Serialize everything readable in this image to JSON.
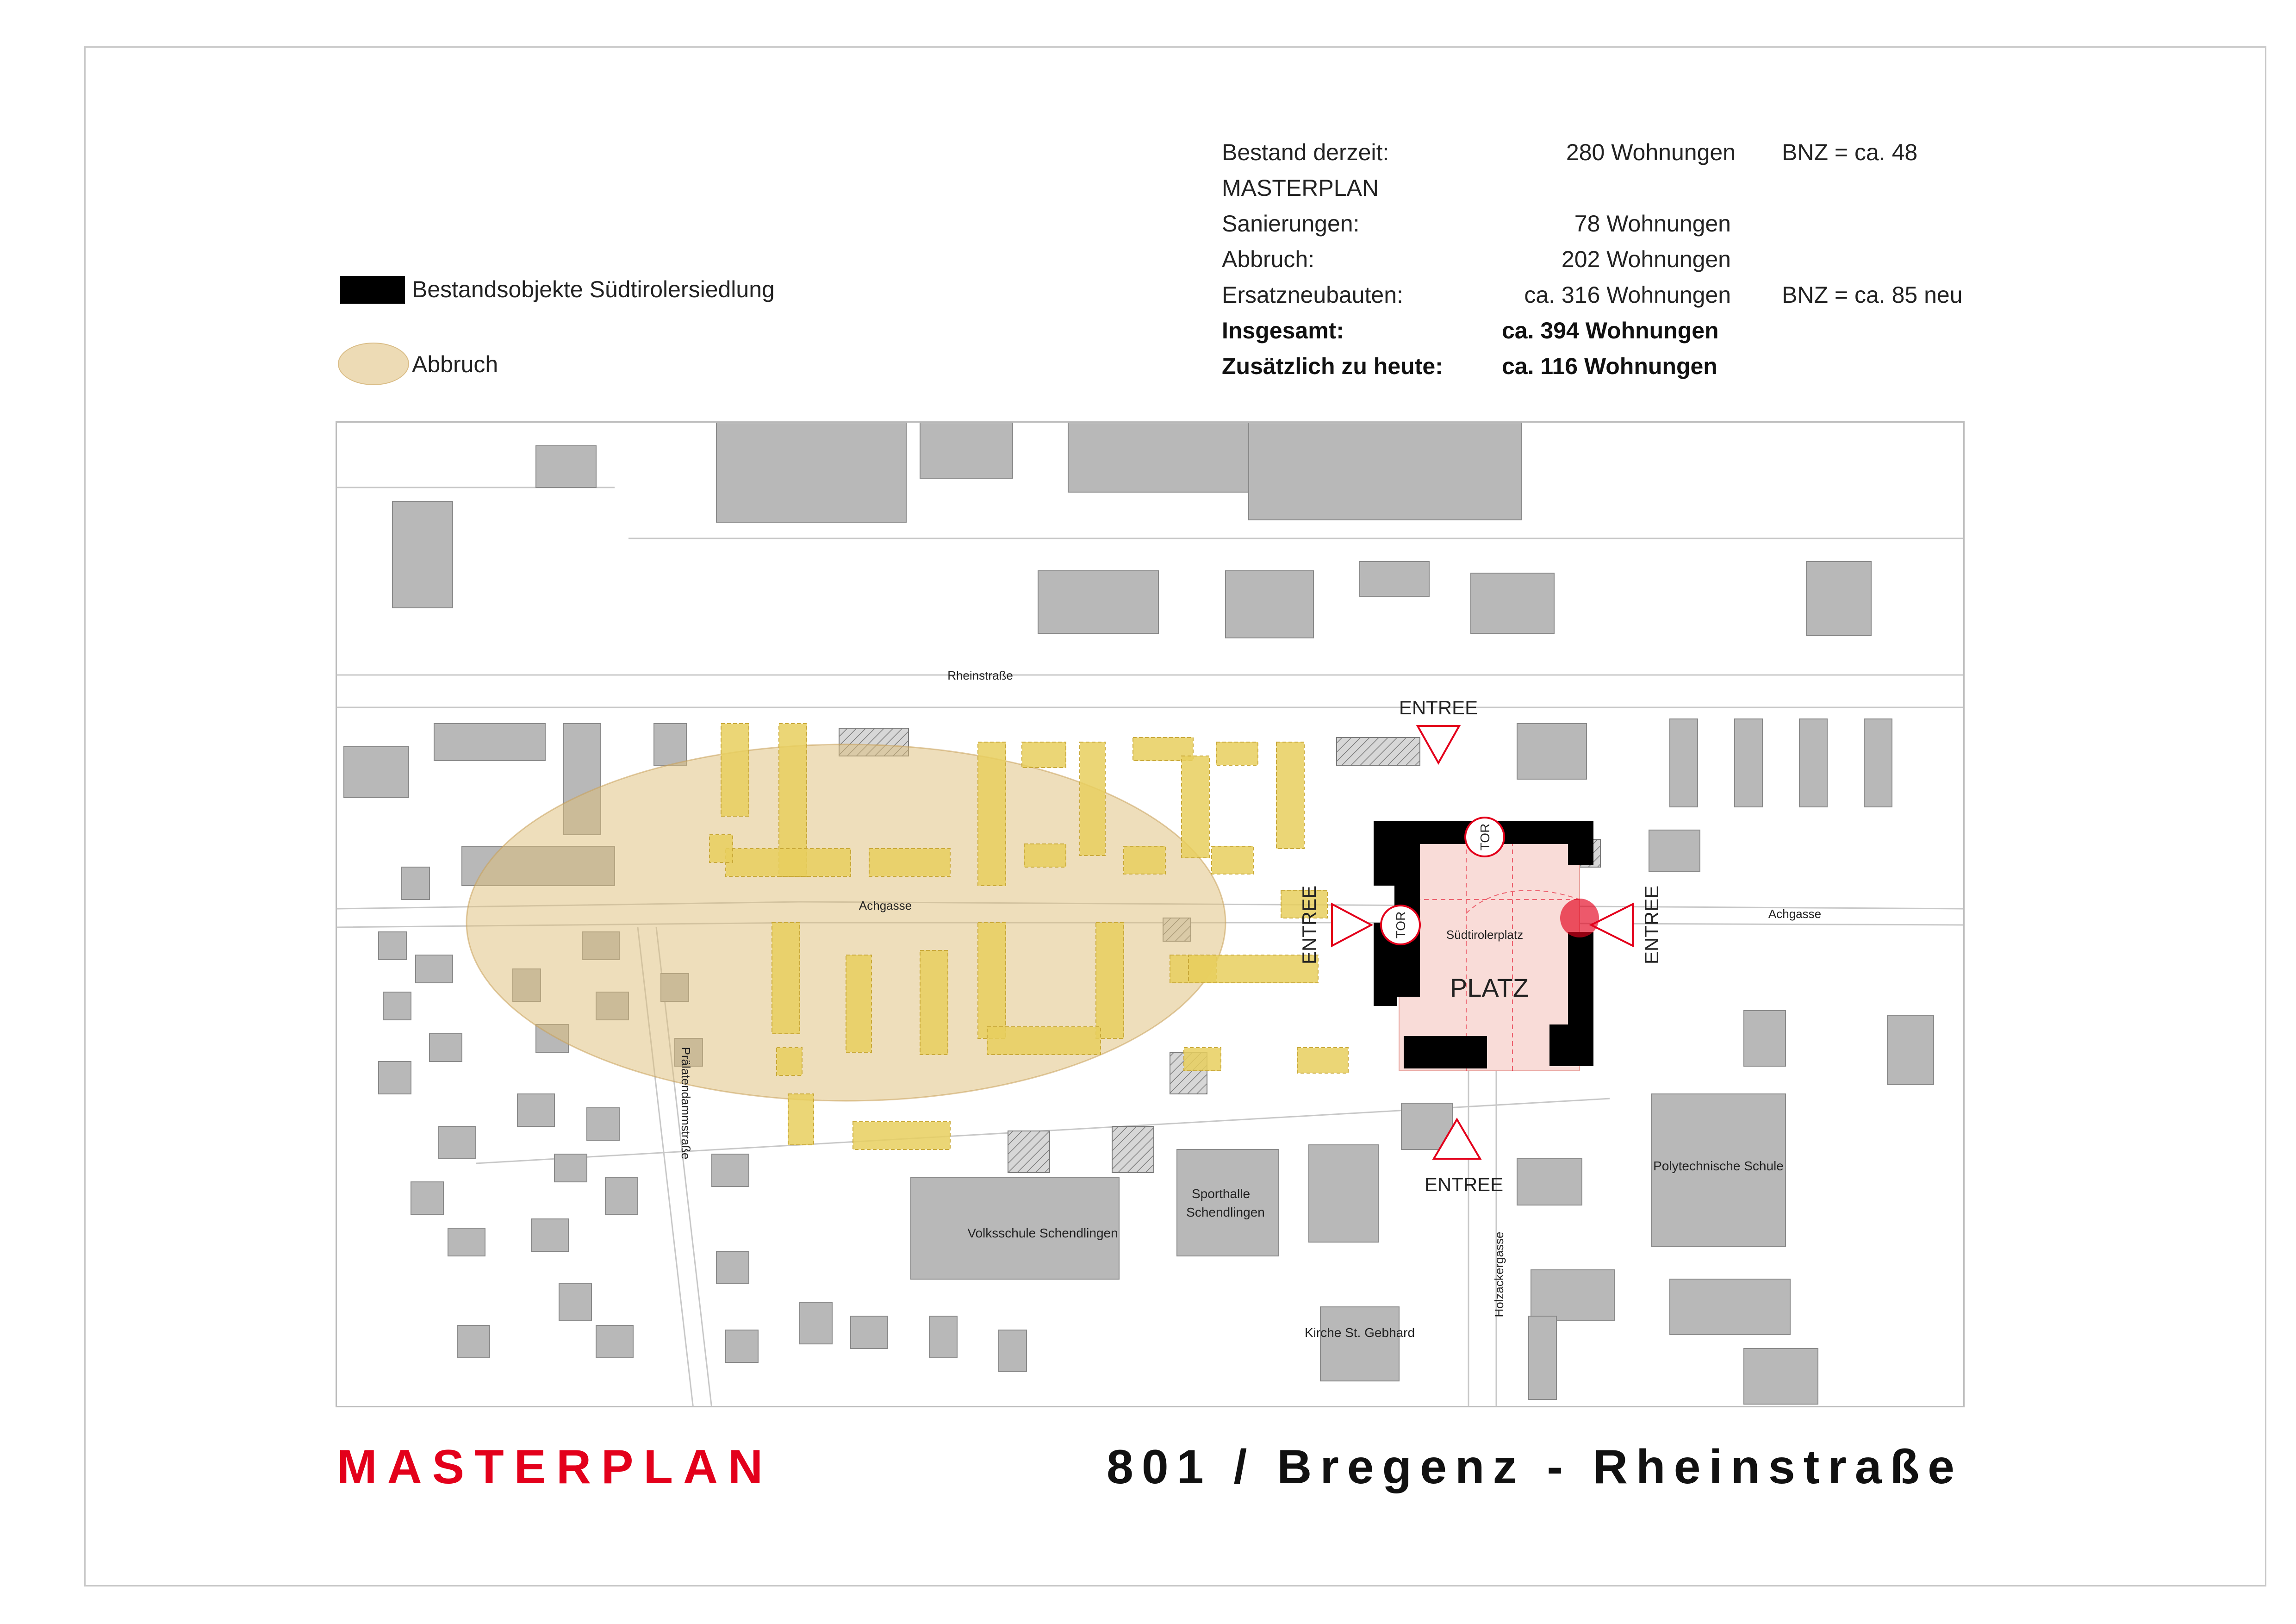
{
  "legend": {
    "existing_label": "Bestandsobjekte Südtirolersiedlung",
    "demolition_label": "Abbruch"
  },
  "stats": {
    "rows": [
      {
        "label": "Bestand derzeit:",
        "value": "280 Wohnungen",
        "note": "BNZ = ca. 48",
        "bold": false
      },
      {
        "label": "MASTERPLAN",
        "value": "",
        "note": "",
        "bold": false
      },
      {
        "label": "Sanierungen:",
        "value": "78 Wohnungen",
        "note": "",
        "bold": false
      },
      {
        "label": "Abbruch:",
        "value": "202 Wohnungen",
        "note": "",
        "bold": false
      },
      {
        "label": "Ersatzneubauten:",
        "value": "ca. 316 Wohnungen",
        "note": "BNZ = ca. 85 neu",
        "bold": false
      },
      {
        "label": "Insgesamt:",
        "value": "ca. 394 Wohnungen",
        "note": "",
        "bold": true
      },
      {
        "label": "Zusätzlich zu heute:",
        "value": "ca. 116 Wohnungen",
        "note": "",
        "bold": true
      }
    ]
  },
  "map": {
    "streets": {
      "rheinstrasse": "Rheinstraße",
      "achgasse_west": "Achgasse",
      "achgasse_east": "Achgasse",
      "praelatendammstrasse": "Prälatendammstraße",
      "holzackergasse": "Holzackergasse"
    },
    "places": {
      "suedtirolerplatz": "Südtirolerplatz",
      "platz": "PLATZ",
      "volksschule": "Volksschule Schendlingen",
      "sporthalle_line1": "Sporthalle",
      "sporthalle_line2": "Schendlingen",
      "polytechnische": "Polytechnische Schule",
      "kirche": "Kirche St. Gebhard"
    },
    "markers": {
      "entree": "ENTREE",
      "tor": "TOR"
    },
    "colors": {
      "existing": "#000000",
      "demolition_oval": "#e6c88c",
      "new_buildings": "#e8cf5e",
      "plaza": "#f9dcd8",
      "entree": "#e3001b",
      "context_buildings": "#b8b8b8"
    }
  },
  "titles": {
    "left": "MASTERPLAN",
    "right": "801 / Bregenz - Rheinstraße"
  }
}
